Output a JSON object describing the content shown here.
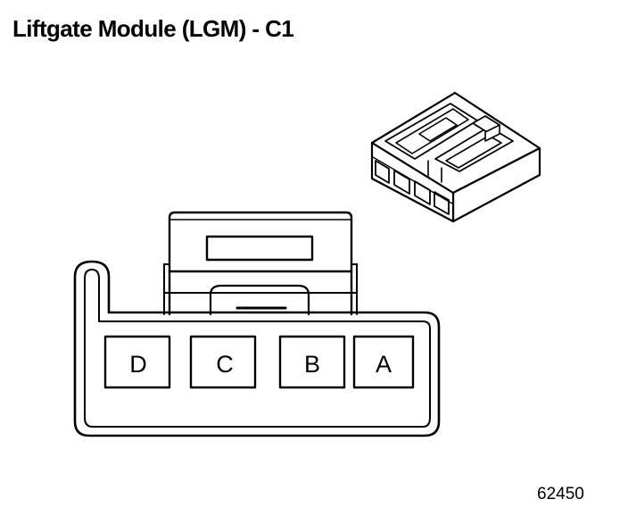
{
  "title": "Liftgate Module (LGM) - C1",
  "figure_id": "62450",
  "connector": {
    "cavities": [
      "D",
      "C",
      "B",
      "A"
    ]
  },
  "colors": {
    "line": "#000000",
    "background": "#ffffff"
  }
}
